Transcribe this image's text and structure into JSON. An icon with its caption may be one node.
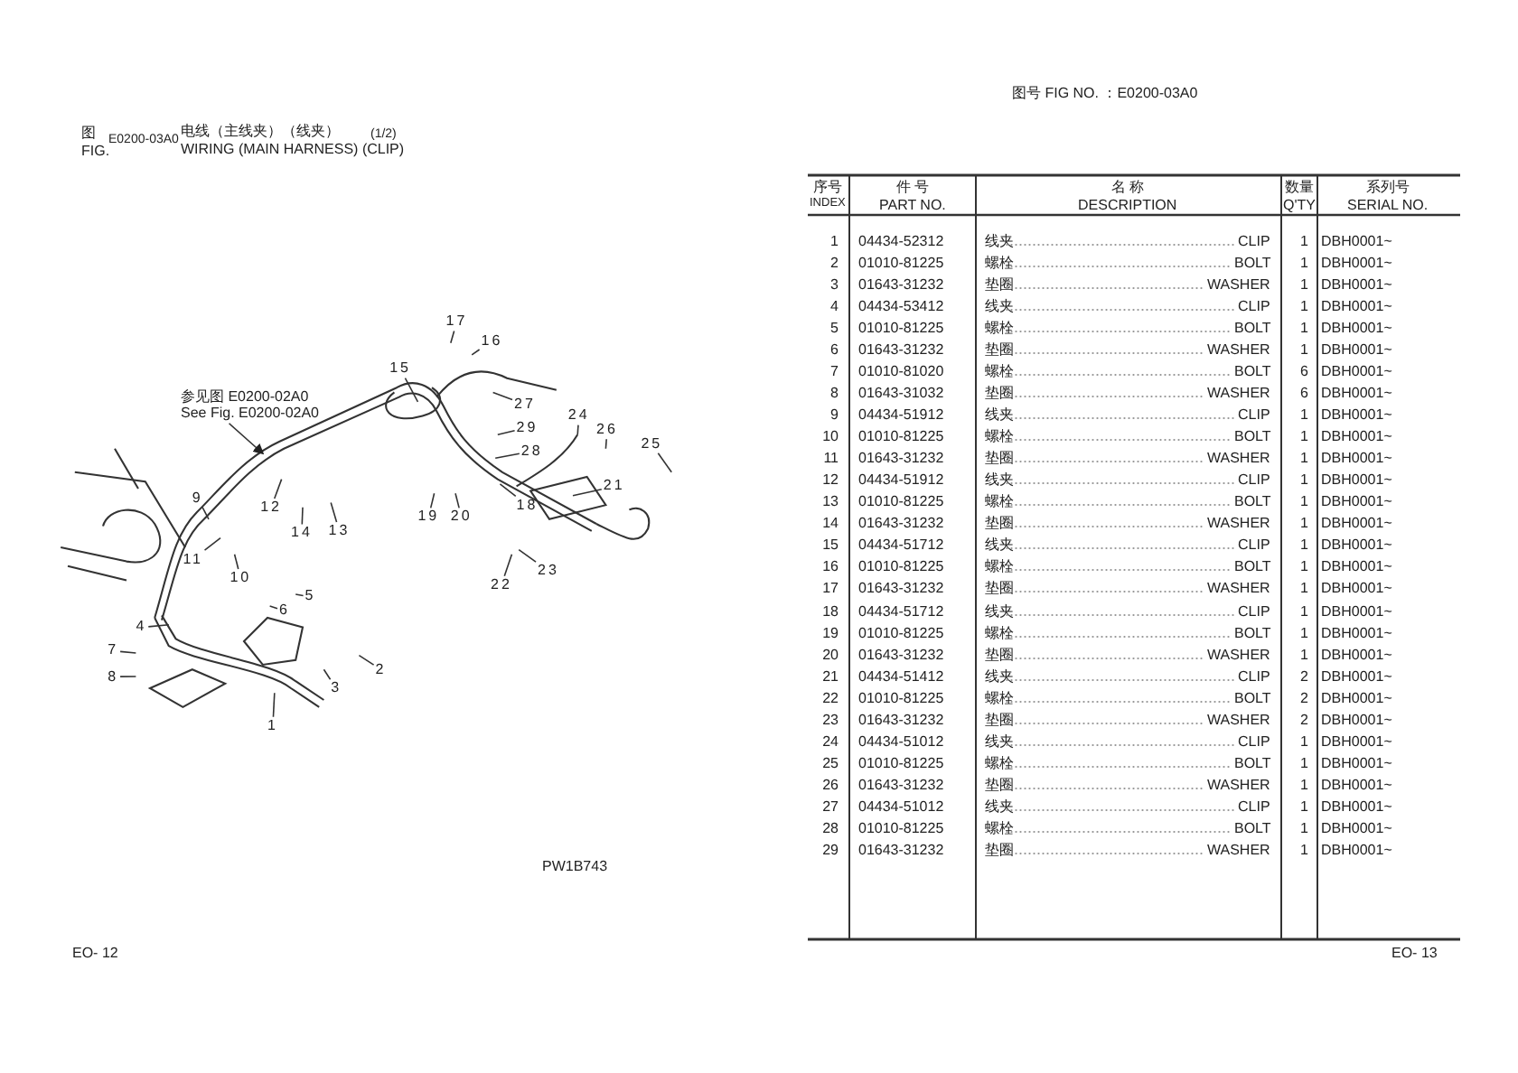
{
  "diagram": {
    "nodes": [
      {
        "text": [
          "参见图 E0200-02A0",
          "See Fig. E0200-02A0"
        ]
      },
      {
        "text": [
          "1"
        ]
      },
      {
        "text": [
          "2"
        ]
      },
      {
        "text": [
          "3"
        ]
      },
      {
        "text": [
          "4"
        ]
      },
      {
        "text": [
          "5"
        ]
      },
      {
        "text": [
          "6"
        ]
      },
      {
        "text": [
          "7"
        ]
      },
      {
        "text": [
          "8"
        ]
      },
      {
        "text": [
          "9"
        ]
      },
      {
        "text": [
          "10"
        ]
      },
      {
        "text": [
          "11"
        ]
      },
      {
        "text": [
          "12"
        ]
      },
      {
        "text": [
          "13"
        ]
      },
      {
        "text": [
          "14"
        ]
      },
      {
        "text": [
          "15"
        ]
      },
      {
        "text": [
          "16"
        ]
      },
      {
        "text": [
          "17"
        ]
      },
      {
        "text": [
          "18"
        ]
      },
      {
        "text": [
          "19"
        ]
      },
      {
        "text": [
          "20"
        ]
      },
      {
        "text": [
          "21"
        ]
      },
      {
        "text": [
          "22"
        ]
      },
      {
        "text": [
          "23"
        ]
      },
      {
        "text": [
          "24"
        ]
      },
      {
        "text": [
          "25"
        ]
      },
      {
        "text": [
          "26"
        ]
      },
      {
        "text": [
          "27"
        ]
      },
      {
        "text": [
          "28"
        ]
      },
      {
        "text": [
          "29"
        ]
      }
    ],
    "edges": [
      {
        "from": 0,
        "to": null,
        "arrow": "to"
      },
      {
        "from": 1,
        "to": null,
        "arrow": "none"
      },
      {
        "from": 2,
        "to": null,
        "arrow": "none"
      },
      {
        "from": 3,
        "to": null,
        "arrow": "none"
      },
      {
        "from": 4,
        "to": null,
        "arrow": "none"
      },
      {
        "from": 5,
        "to": null,
        "arrow": "none"
      },
      {
        "from": 6,
        "to": null,
        "arrow": "none"
      },
      {
        "from": 7,
        "to": null,
        "arrow": "none"
      },
      {
        "from": 8,
        "to": null,
        "arrow": "none"
      },
      {
        "from": 9,
        "to": null,
        "arrow": "none"
      },
      {
        "from": 10,
        "to": null,
        "arrow": "none"
      },
      {
        "from": 11,
        "to": null,
        "arrow": "none"
      },
      {
        "from": 12,
        "to": null,
        "arrow": "none"
      },
      {
        "from": 13,
        "to": null,
        "arrow": "none"
      },
      {
        "from": 14,
        "to": null,
        "arrow": "none"
      },
      {
        "from": 15,
        "to": null,
        "arrow": "none"
      },
      {
        "from": 16,
        "to": null,
        "arrow": "none"
      },
      {
        "from": 17,
        "to": null,
        "arrow": "none"
      },
      {
        "from": 18,
        "to": null,
        "arrow": "none"
      },
      {
        "from": 19,
        "to": null,
        "arrow": "none"
      },
      {
        "from": 20,
        "to": null,
        "arrow": "none"
      },
      {
        "from": 21,
        "to": null,
        "arrow": "none"
      },
      {
        "from": 22,
        "to": null,
        "arrow": "none"
      },
      {
        "from": 23,
        "to": null,
        "arrow": "none"
      },
      {
        "from": 24,
        "to": null,
        "arrow": "none"
      },
      {
        "from": 25,
        "to": null,
        "arrow": "none"
      },
      {
        "from": 26,
        "to": null,
        "arrow": "none"
      },
      {
        "from": 27,
        "to": null,
        "arrow": "none"
      },
      {
        "from": 28,
        "to": null,
        "arrow": "none"
      },
      {
        "from": 29,
        "to": null,
        "arrow": "none"
      }
    ],
    "labels": [
      "图",
      "FIG.",
      "E0200-03A0",
      "电线（主线夹）（线夹）",
      "WIRING (MAIN HARNESS) (CLIP)",
      "(1/2)",
      "图号 FIG NO. ：E0200-03A0",
      "序号",
      "件 号",
      "名 称",
      "数量",
      "系列号",
      "INDEX",
      "PART NO.",
      "DESCRIPTION",
      "Q'TY",
      "SERIAL NO.",
      "1",
      "04434-52312",
      "线夹",
      "CLIP",
      "1",
      "DBH0001~",
      "2",
      "01010-81225",
      "螺栓",
      "BOLT",
      "1",
      "DBH0001~",
      "3",
      "01643-31232",
      "垫圈",
      "WASHER",
      "1",
      "DBH0001~",
      "4",
      "04434-53412",
      "线夹",
      "CLIP",
      "1",
      "DBH0001~",
      "5",
      "01010-81225",
      "螺栓",
      "BOLT",
      "1",
      "DBH0001~",
      "6",
      "01643-31232",
      "垫圈",
      "WASHER",
      "1",
      "DBH0001~",
      "7",
      "01010-81020",
      "螺栓",
      "BOLT",
      "6",
      "DBH0001~",
      "8",
      "01643-31032",
      "垫圈",
      "WASHER",
      "6",
      "DBH0001~",
      "9",
      "04434-51912",
      "线夹",
      "CLIP",
      "1",
      "DBH0001~",
      "10",
      "01010-81225",
      "螺栓",
      "BOLT",
      "1",
      "DBH0001~",
      "11",
      "01643-31232",
      "垫圈",
      "WASHER",
      "1",
      "DBH0001~",
      "12",
      "04434-51912",
      "线夹",
      "CLIP",
      "1",
      "DBH0001~",
      "13",
      "01010-81225",
      "螺栓",
      "BOLT",
      "1",
      "DBH0001~",
      "14",
      "01643-31232",
      "垫圈",
      "WASHER",
      "1",
      "DBH0001~",
      "15",
      "04434-51712",
      "线夹",
      "CLIP",
      "1",
      "DBH0001~",
      "16",
      "01010-81225",
      "螺栓",
      "BOLT",
      "1",
      "DBH0001~",
      "17",
      "01643-31232",
      "垫圈",
      "WASHER",
      "1",
      "DBH0001~",
      "18",
      "04434-51712",
      "线夹",
      "CLIP",
      "1",
      "DBH0001~",
      "19",
      "01010-81225",
      "螺栓",
      "BOLT",
      "1",
      "DBH0001~",
      "20",
      "01643-31232",
      "垫圈",
      "WASHER",
      "1",
      "DBH0001~",
      "21",
      "04434-51412",
      "线夹",
      "CLIP",
      "2",
      "DBH0001~",
      "22",
      "01010-81225",
      "螺栓",
      "BOLT",
      "2",
      "DBH0001~",
      "23",
      "01643-31232",
      "垫圈",
      "WASHER",
      "2",
      "DBH0001~",
      "24",
      "04434-51012",
      "线夹",
      "CLIP",
      "1",
      "DBH0001~",
      "25",
      "01010-81225",
      "螺栓",
      "BOLT",
      "1",
      "DBH0001~",
      "26",
      "01643-31232",
      "垫圈",
      "WASHER",
      "1",
      "DBH0001~",
      "27",
      "04434-51012",
      "线夹",
      "CLIP",
      "1",
      "DBH0001~",
      "28",
      "01010-81225",
      "螺栓",
      "BOLT",
      "1",
      "DBH0001~",
      "29",
      "01643-31232",
      "垫圈",
      "WASHER",
      "1",
      "DBH0001~",
      "PW1B743",
      "EO- 12",
      "EO- 13"
    ]
  }
}
